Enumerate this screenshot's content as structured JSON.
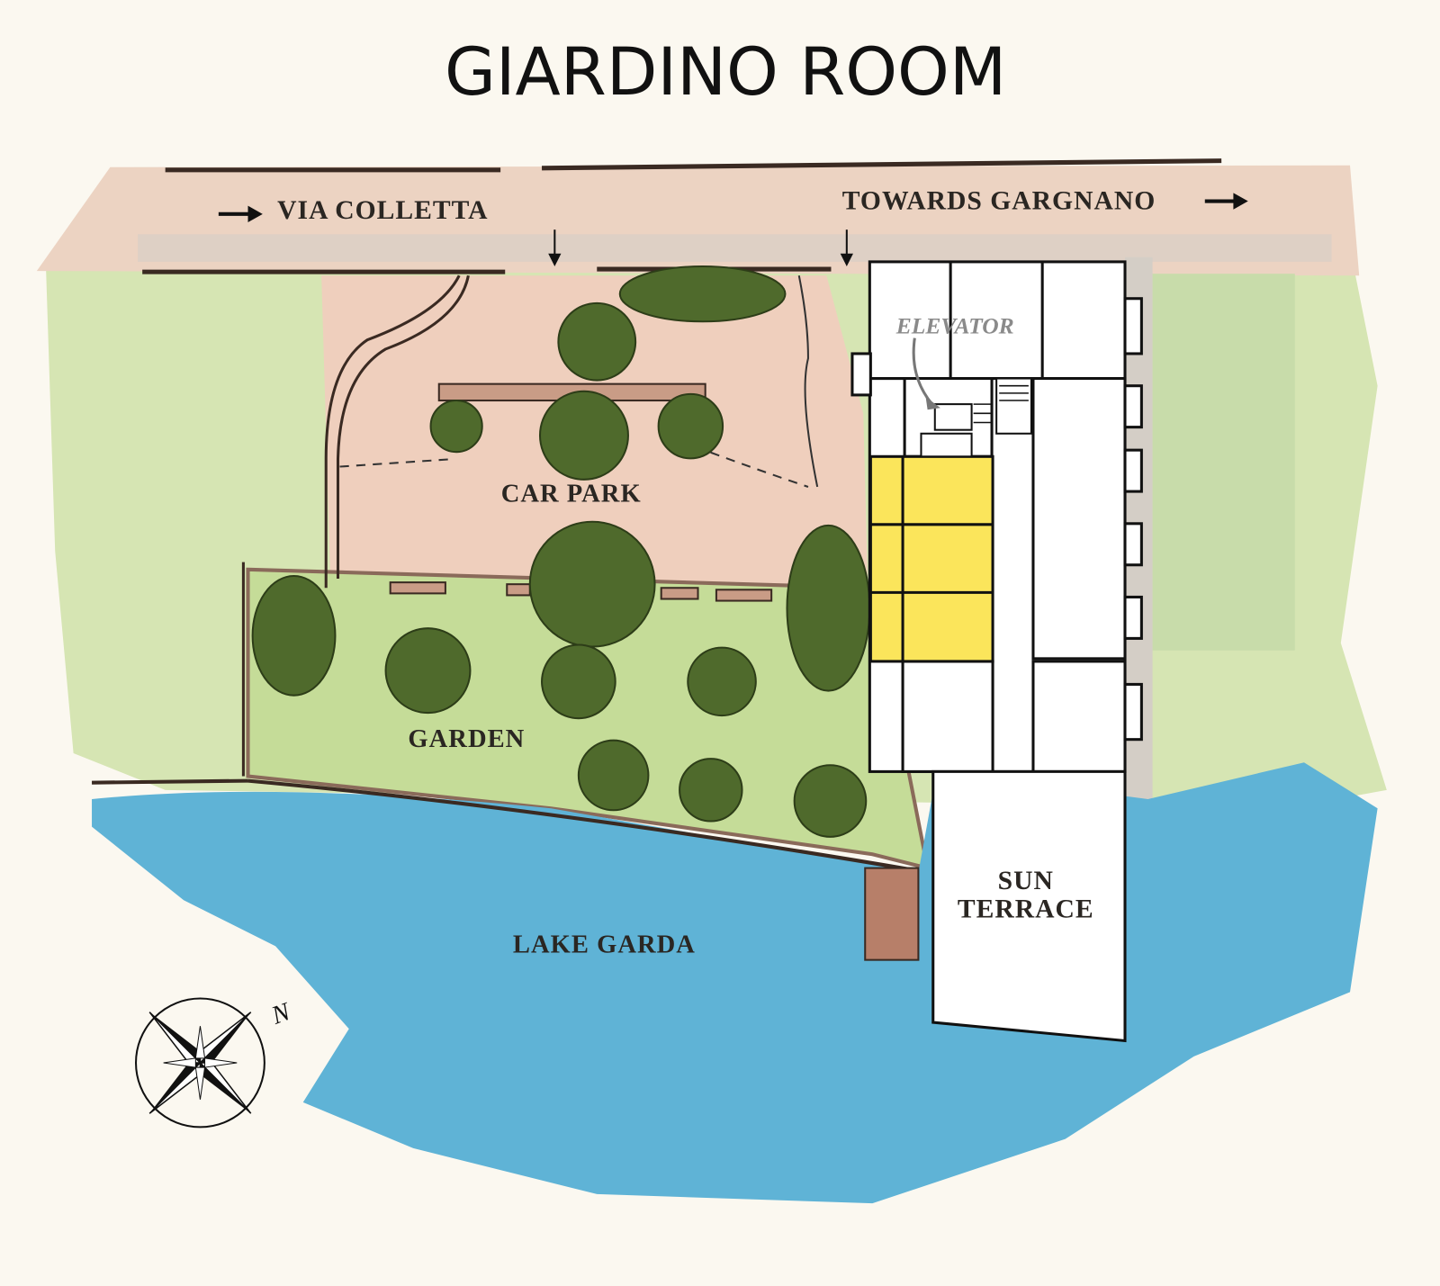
{
  "title": "GIARDINO ROOM",
  "labels": {
    "via_colletta": "VIA COLLETTA",
    "towards_gargnano": "TOWARDS GARGNANO",
    "elevator": "ELEVATOR",
    "car_park": "CAR PARK",
    "garden": "GARDEN",
    "lake_garda": "LAKE GARDA",
    "sun_terrace_line1": "SUN",
    "sun_terrace_line2": "TERRACE",
    "compass_north": "N"
  },
  "colors": {
    "highlight_room": "#fbe55b",
    "lake": "#5fb3d6",
    "road": "#ecd3c2",
    "lawn": "#c8dca0",
    "tree": "#4f6a2c"
  }
}
